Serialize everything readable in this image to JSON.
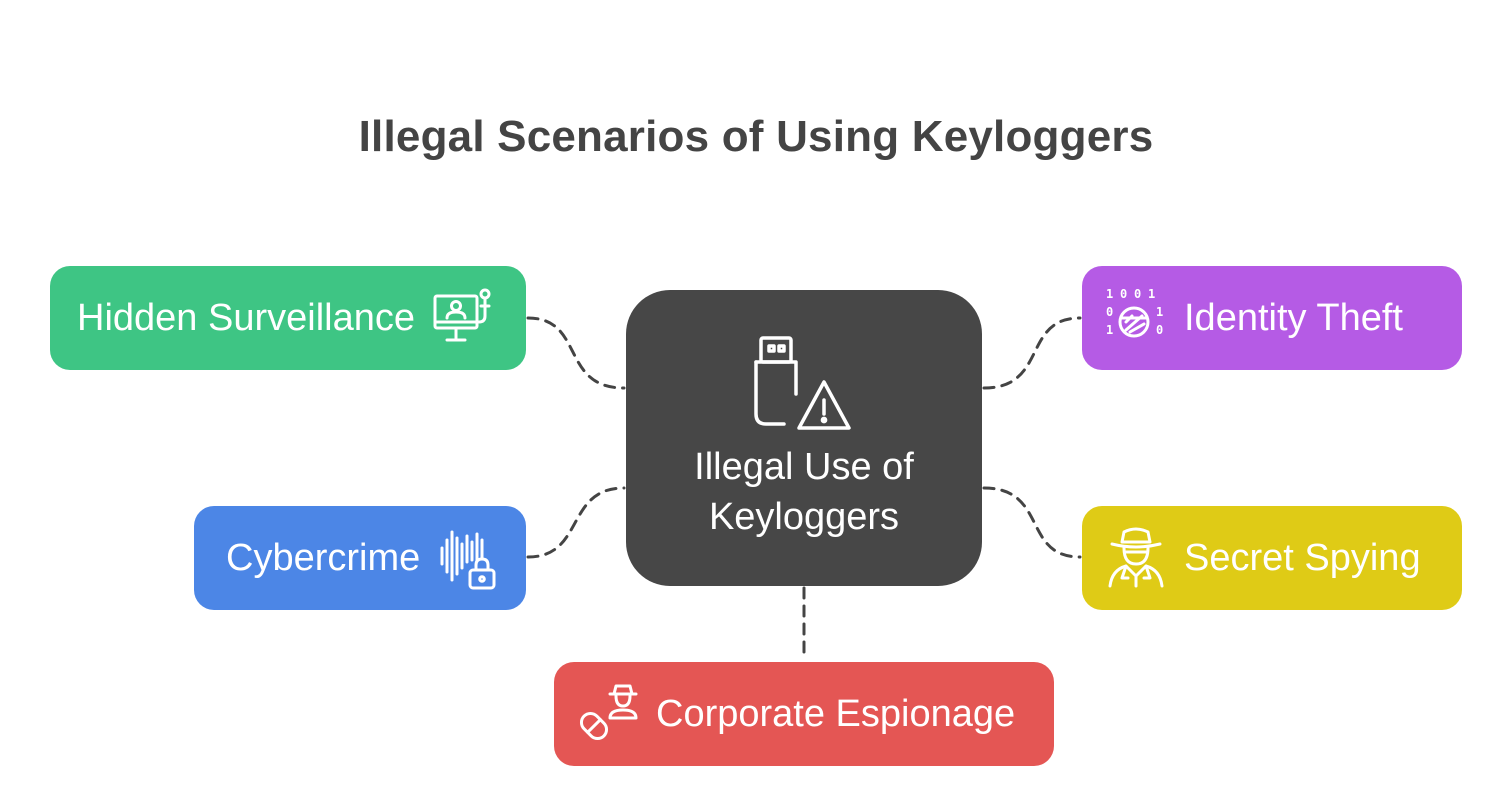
{
  "title": "Illegal Scenarios of Using Keyloggers",
  "center": {
    "label_line1": "Illegal Use of",
    "label_line2": "Keyloggers",
    "icon": "usb-warning-icon"
  },
  "nodes": {
    "hidden_surveillance": {
      "label": "Hidden Surveillance",
      "icon": "monitor-surveillance-icon",
      "color": "#3ec584"
    },
    "cybercrime": {
      "label": "Cybercrime",
      "icon": "soundwave-lock-icon",
      "color": "#4c86e6"
    },
    "identity_theft": {
      "label": "Identity Theft",
      "icon": "binary-masked-face-icon",
      "color": "#b55be5"
    },
    "secret_spying": {
      "label": "Secret Spying",
      "icon": "spy-icon",
      "color": "#dfcb16"
    },
    "corporate_espionage": {
      "label": "Corporate Espionage",
      "icon": "pill-agent-icon",
      "color": "#e45654"
    }
  },
  "colors": {
    "center": "#474747",
    "title": "#444444",
    "connector": "#444444"
  }
}
